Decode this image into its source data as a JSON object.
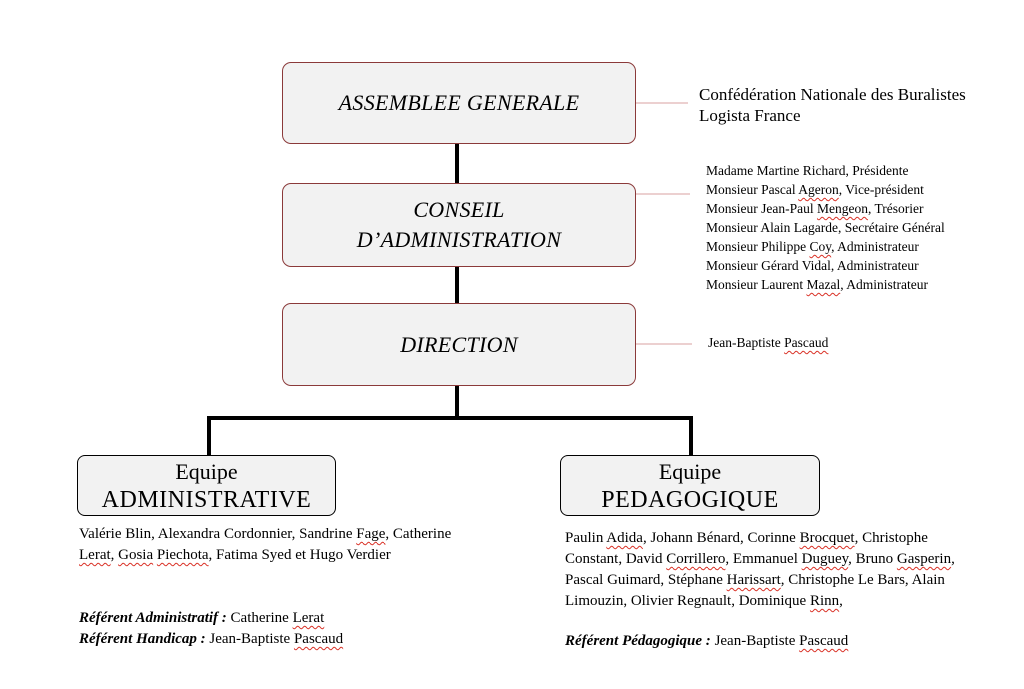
{
  "boxes": {
    "assemblee": "ASSEMBLEE GENERALE",
    "conseil_line1": "CONSEIL",
    "conseil_line2": "D’ADMINISTRATION",
    "direction": "DIRECTION"
  },
  "assemblee_members": [
    "Confédération Nationale des Buralistes",
    "Logista France"
  ],
  "conseil_members": [
    "Madame Martine Richard, Présidente",
    "Monsieur Pascal Ageron, Vice-président",
    "Monsieur Jean-Paul Mengeon, Trésorier",
    "Monsieur Alain Lagarde, Secrétaire Général",
    "Monsieur Philippe Coy, Administrateur",
    "Monsieur Gérard Vidal, Administrateur",
    "Monsieur Laurent Mazal, Administrateur"
  ],
  "direction_member": "Jean-Baptiste Pascaud",
  "teams": {
    "admin": {
      "line1": "Equipe",
      "line2": "ADMINISTRATIVE",
      "members": "Valérie Blin, Alexandra Cordonnier, Sandrine Fage, Catherine Lerat, Gosia Piechota, Fatima Syed et Hugo Verdier",
      "ref1_label": "Référent Administratif :",
      "ref1_value": " Catherine Lerat",
      "ref2_label": "Référent Handicap :",
      "ref2_value": " Jean-Baptiste Pascaud"
    },
    "peda": {
      "line1": "Equipe",
      "line2": "PEDAGOGIQUE",
      "members": "Paulin Adida, Johann Bénard, Corinne Brocquet, Christophe Constant, David Corrillero, Emmanuel Duguey, Bruno Gasperin, Pascal Guimard, Stéphane Harissart, Christophe Le Bars, Alain Limouzin, Olivier Regnault, Dominique Rinn,",
      "ref_label": "Référent Pédagogique :",
      "ref_value": " Jean-Baptiste Pascaud"
    }
  }
}
